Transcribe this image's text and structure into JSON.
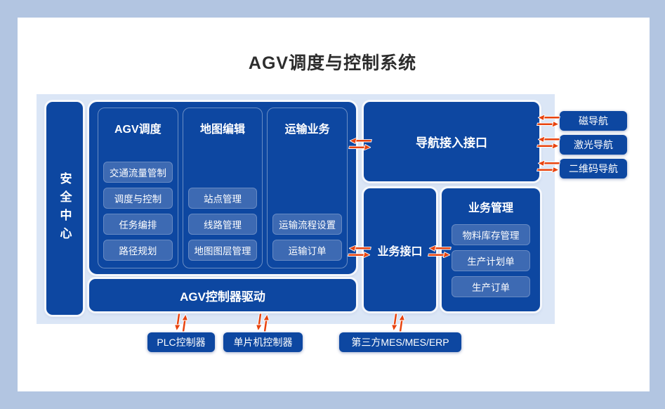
{
  "title": "AGV调度与控制系统",
  "colors": {
    "outer_bg": "#b2c5e1",
    "card_bg": "#ffffff",
    "panel_bg": "#dbe6f6",
    "block_blue": "#0d47a1",
    "subitem_blue": "#3d6ab3",
    "arrow_orange": "#e8430e",
    "title_color": "#2d2d2d"
  },
  "safety_center": {
    "label": "安全中心"
  },
  "columns": [
    {
      "title": "AGV调度",
      "items": [
        "交通流量管制",
        "调度与控制",
        "任务编排",
        "路径规划"
      ]
    },
    {
      "title": "地图编辑",
      "items": [
        "站点管理",
        "线路管理",
        "地图图层管理"
      ]
    },
    {
      "title": "运输业务",
      "items": [
        "运输流程设置",
        "运输订单"
      ]
    }
  ],
  "driver_bar": {
    "label": "AGV控制器驱动"
  },
  "nav_interface": {
    "label": "导航接入接口"
  },
  "business_interface": {
    "label": "业务接口"
  },
  "business_mgmt": {
    "title": "业务管理",
    "items": [
      "物料库存管理",
      "生产计划单",
      "生产订单"
    ]
  },
  "nav_types": [
    "磁导航",
    "激光导航",
    "二维码导航"
  ],
  "bottom_boxes": [
    "PLC控制器",
    "单片机控制器",
    "第三方MES/MES/ERP"
  ],
  "icons": {
    "h_arrow": "exchange-horizontal",
    "v_arrow": "exchange-vertical"
  }
}
